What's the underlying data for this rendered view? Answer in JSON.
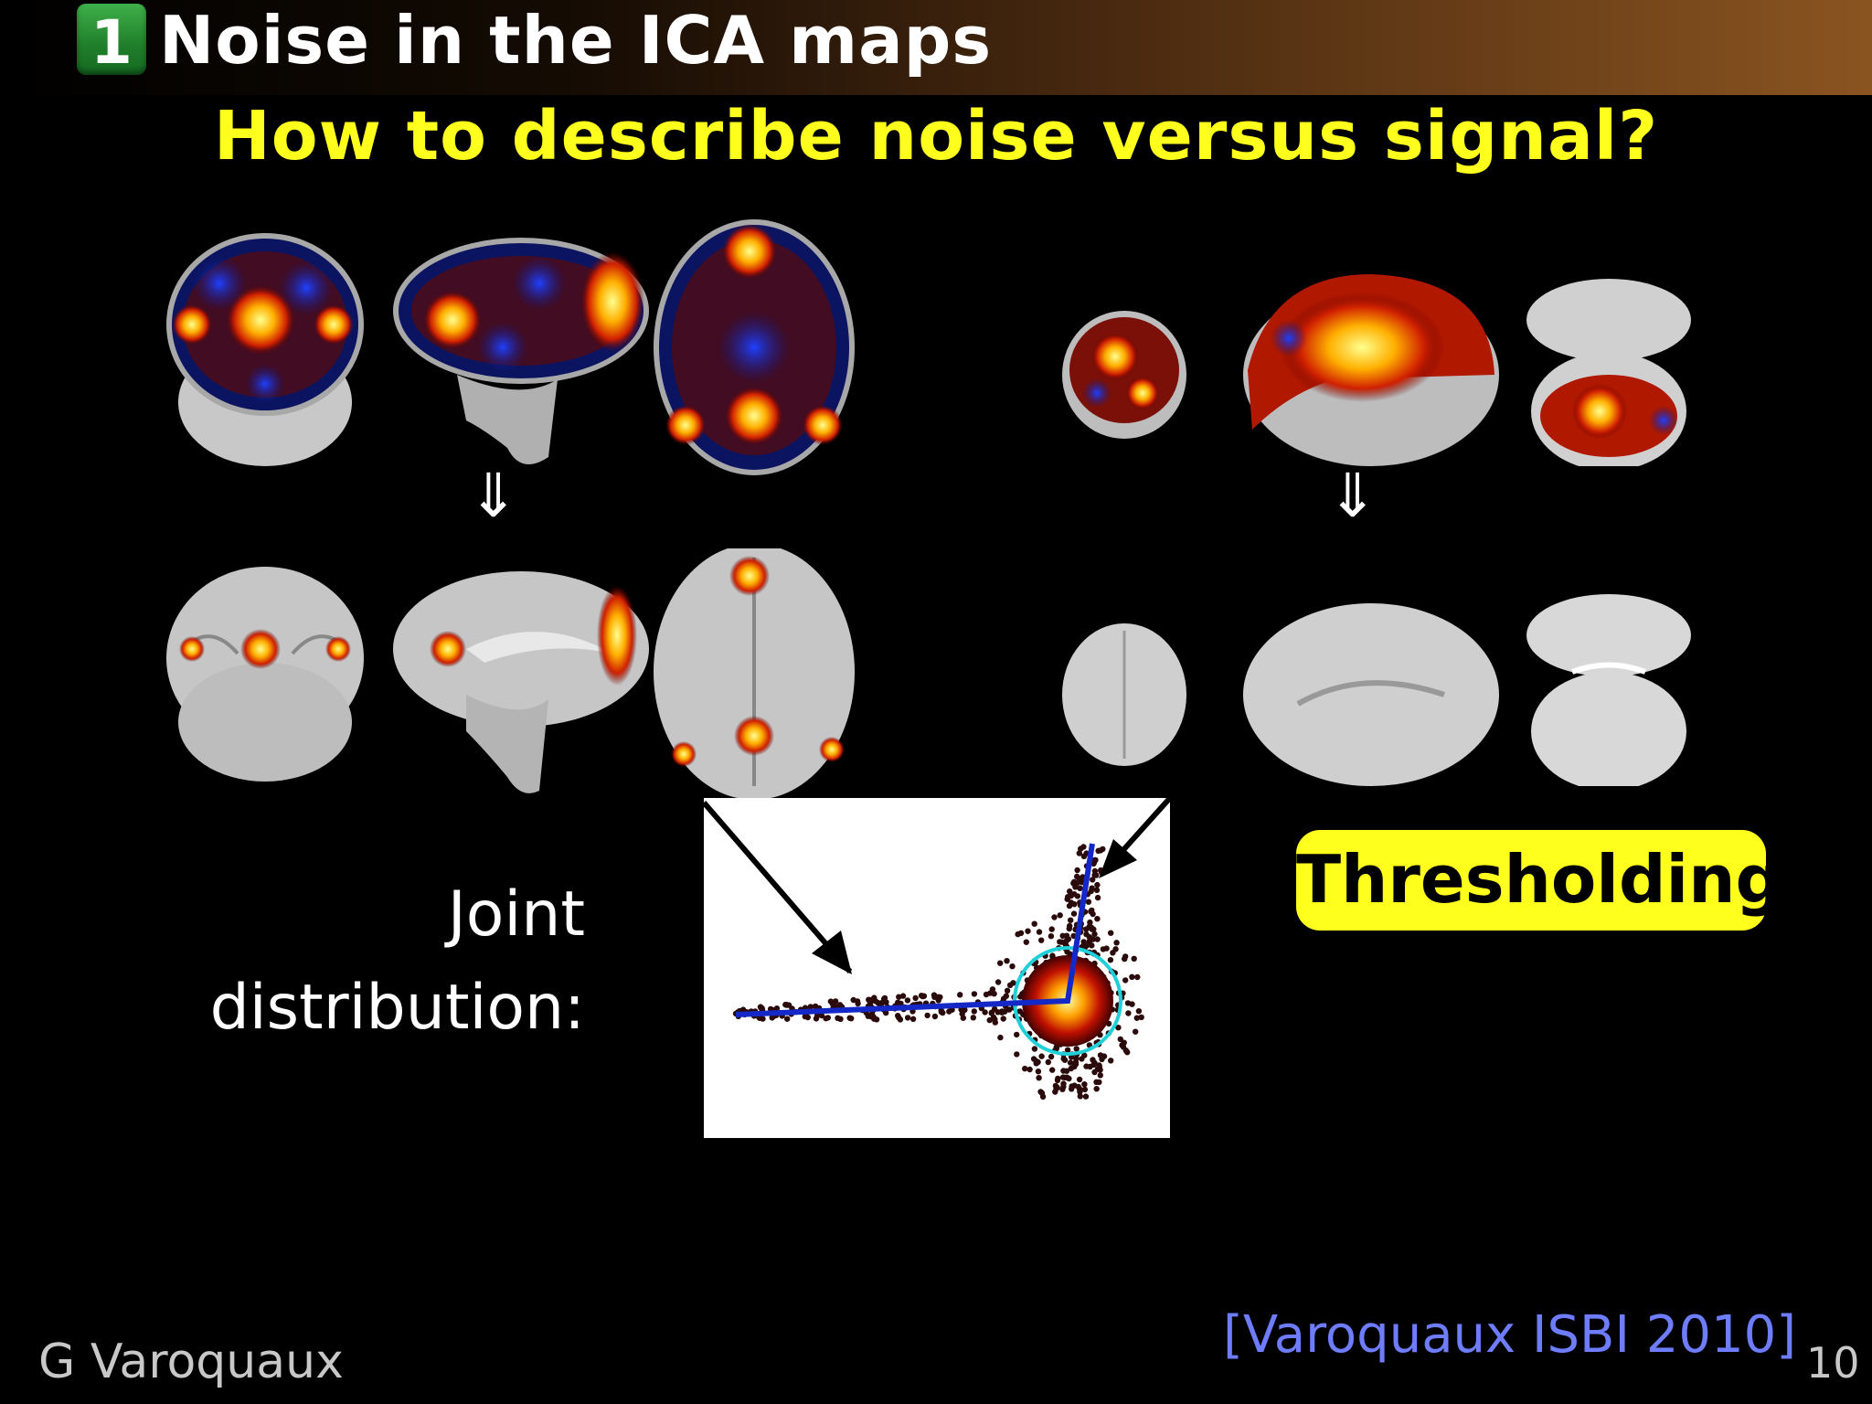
{
  "header": {
    "section_number": "1",
    "title": "Noise in the ICA maps"
  },
  "question": "How to describe noise versus signal?",
  "arrows": {
    "down": "⇓"
  },
  "joint_label": {
    "line1": "Joint",
    "line2": "distribution:"
  },
  "threshold_label": "Thresholding",
  "footer": {
    "author": "G Varoquaux",
    "citation": "[Varoquaux ISBI 2010]",
    "page_number": "10"
  },
  "colors": {
    "accent_yellow": "#ffff1e",
    "badge_green": "#2a9a36",
    "citation_blue": "#6e7cff",
    "plot_line_blue": "#1428c8",
    "circle_cyan": "#20d0d8"
  },
  "icons": [
    "down-double-arrow-icon"
  ]
}
